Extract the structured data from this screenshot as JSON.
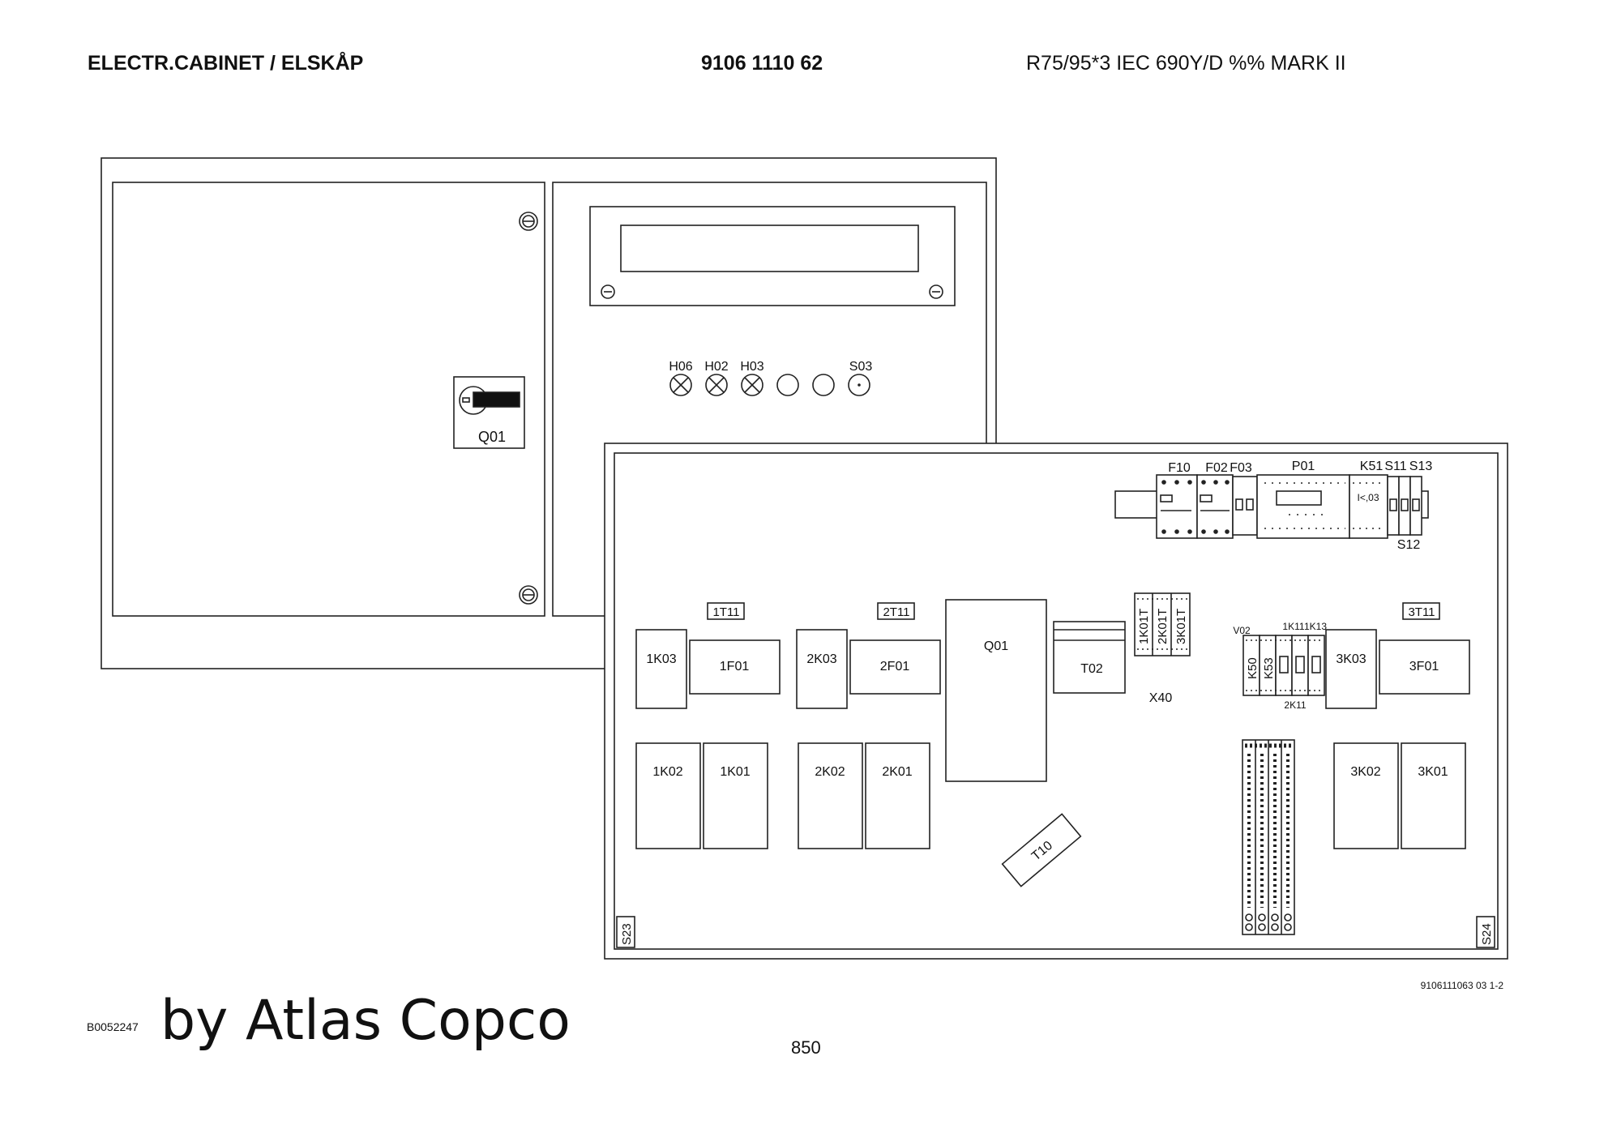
{
  "header": {
    "left": "ELECTR.CABINET / ELSKÅP",
    "center": "9106 1110 62",
    "right": "R75/95*3 IEC 690Y/D %% MARK II"
  },
  "door": {
    "switch_label": "Q01",
    "lamps": [
      "H06",
      "H02",
      "H03"
    ],
    "button": "S03"
  },
  "panel": {
    "din_rail": {
      "labels": [
        "F10",
        "F02",
        "F03",
        "P01",
        "K51",
        "S11",
        "S13"
      ],
      "bottom_label": "S12",
      "relay_text": "I<,03"
    },
    "terminals_small": [
      "1K01T",
      "2K01T",
      "3K01T"
    ],
    "x40": "X40",
    "v02": "V02",
    "k_small": [
      "K50",
      "K53"
    ],
    "k11": "1K11",
    "k13": "1K13",
    "k2k11": "2K11",
    "transformers": [
      "1T11",
      "2T11",
      "3T11"
    ],
    "components": {
      "k1k03": "1K03",
      "f1f01": "1F01",
      "k2k03": "2K03",
      "f2f01": "2F01",
      "q01": "Q01",
      "t02": "T02",
      "k3k03": "3K03",
      "f3f01": "3F01",
      "k1k02": "1K02",
      "k1k01": "1K01",
      "k2k02": "2K02",
      "k2k01": "2K01",
      "k3k02": "3K02",
      "k3k01": "3K01",
      "t10": "T10"
    },
    "corner_left": "S23",
    "corner_right": "S24",
    "drawing_ref": "9106111063 03 1-2"
  },
  "footer": {
    "code": "B0052247",
    "brand": "by Atlas Copco",
    "page_number": "850"
  }
}
